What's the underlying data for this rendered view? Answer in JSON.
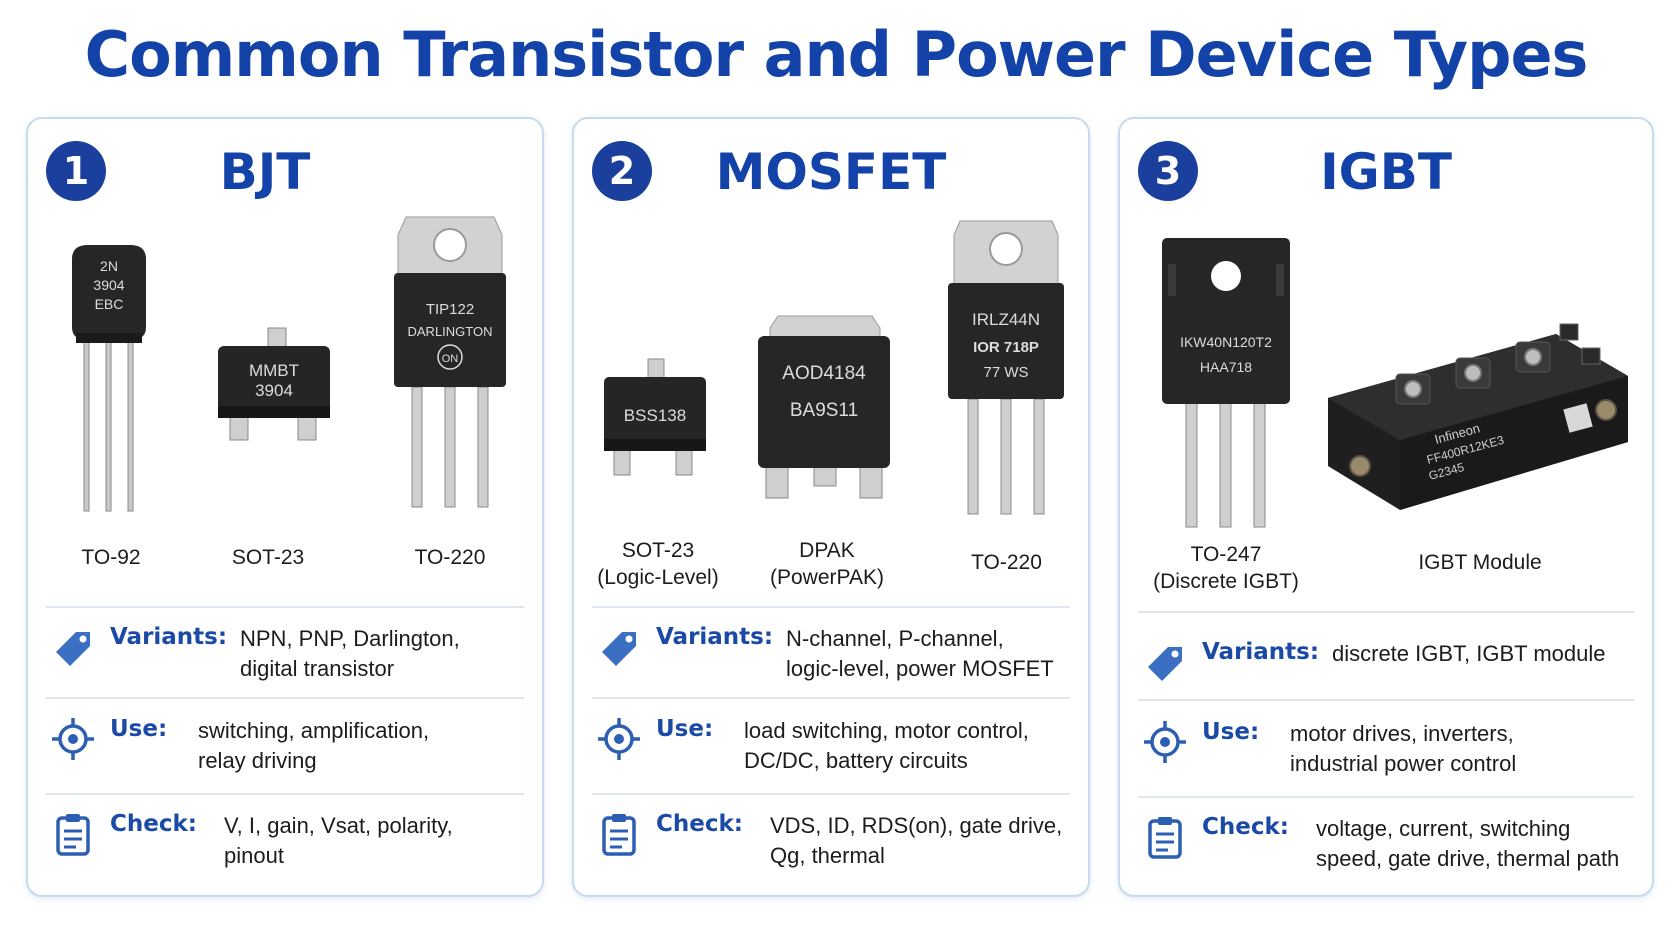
{
  "title": "Common Transistor and Power Device Types",
  "colors": {
    "accent": "#1343a8",
    "badge": "#1a3f9c",
    "panel_border": "#c7dbef",
    "chip": "#232323"
  },
  "panels": [
    {
      "number": "1",
      "heading": "BJT",
      "devices": [
        {
          "package": "TO-92",
          "marking": [
            "2N",
            "3904",
            "EBC"
          ]
        },
        {
          "package": "SOT-23",
          "marking": [
            "MMBT",
            "3904"
          ]
        },
        {
          "package": "TO-220",
          "marking": [
            "TIP122",
            "DARLINGTON",
            "ON"
          ]
        }
      ],
      "info": [
        {
          "icon": "tag-icon",
          "key": "Variants:",
          "value": "NPN, PNP, Darlington,\ndigital transistor"
        },
        {
          "icon": "target-icon",
          "key": "Use:",
          "value": "switching, amplification,\nrelay driving"
        },
        {
          "icon": "clipboard-icon",
          "key": "Check:",
          "value": "V, I, gain, Vsat, polarity,\npinout"
        }
      ]
    },
    {
      "number": "2",
      "heading": "MOSFET",
      "devices": [
        {
          "package": "SOT-23\n(Logic-Level)",
          "marking": [
            "BSS138"
          ]
        },
        {
          "package": "DPAK\n(PowerPAK)",
          "marking": [
            "AOD4184",
            "BA9S11"
          ]
        },
        {
          "package": "TO-220",
          "marking": [
            "IRLZ44N",
            "IOR  718P",
            "77     WS"
          ]
        }
      ],
      "info": [
        {
          "icon": "tag-icon",
          "key": "Variants:",
          "value": "N-channel, P-channel,\nlogic-level, power MOSFET"
        },
        {
          "icon": "target-icon",
          "key": "Use:",
          "value": "load switching, motor control,\nDC/DC, battery circuits"
        },
        {
          "icon": "clipboard-icon",
          "key": "Check:",
          "value": "VDS, ID, RDS(on), gate drive,\nQg, thermal"
        }
      ]
    },
    {
      "number": "3",
      "heading": "IGBT",
      "devices": [
        {
          "package": "TO-247\n(Discrete IGBT)",
          "marking": [
            "IKW40N120T2",
            "HAA718"
          ]
        },
        {
          "package": "IGBT Module",
          "marking": [
            "Infineon",
            "FF400R12KE3",
            "G2345"
          ]
        }
      ],
      "info": [
        {
          "icon": "tag-icon",
          "key": "Variants:",
          "value": "discrete IGBT, IGBT module"
        },
        {
          "icon": "target-icon",
          "key": "Use:",
          "value": "motor drives, inverters,\nindustrial power control"
        },
        {
          "icon": "clipboard-icon",
          "key": "Check:",
          "value": "voltage, current, switching\nspeed, gate drive, thermal path"
        }
      ]
    }
  ]
}
